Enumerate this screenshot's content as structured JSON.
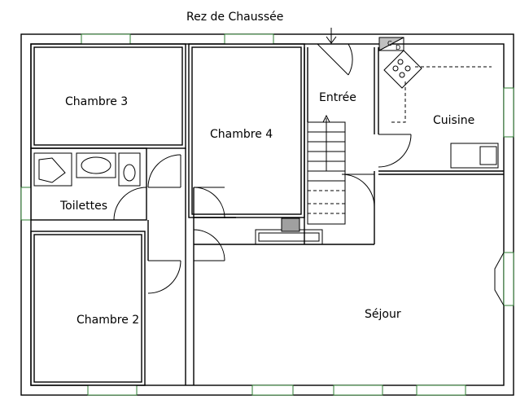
{
  "title": "Rez de Chaussée",
  "rooms": {
    "chambre3": "Chambre 3",
    "chambre4": "Chambre 4",
    "entree": "Entrée",
    "cuisine": "Cuisine",
    "toilettes": "Toilettes",
    "chambre2": "Chambre 2",
    "sejour": "Séjour"
  },
  "appliance_labels": {
    "top": "C",
    "bottom": "D"
  },
  "colors": {
    "wall": "#000000",
    "window": "#2e7d32",
    "chimney": "#a0a0a0"
  }
}
